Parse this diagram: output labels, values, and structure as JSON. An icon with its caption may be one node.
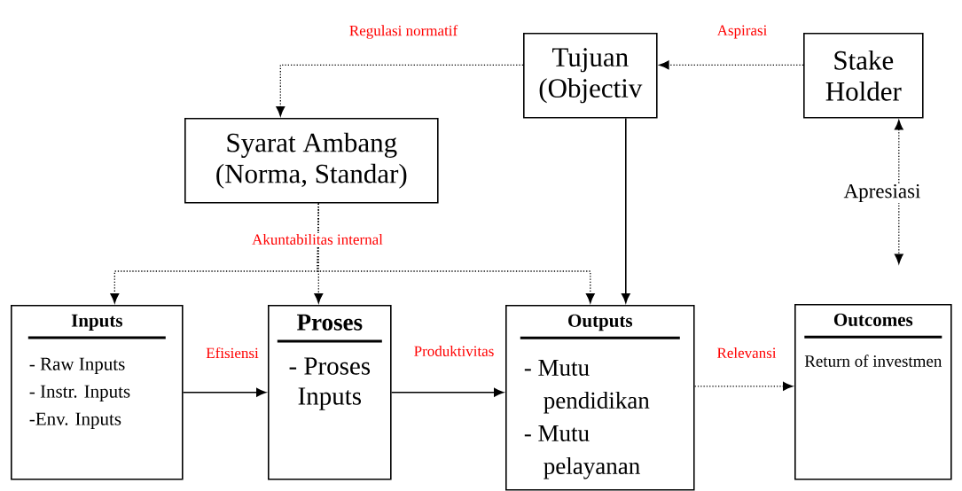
{
  "diagram": {
    "nodes": [
      {
        "text": [
          "Tujuan (Objectiv"
        ]
      },
      {
        "text": [
          "Stake Holder"
        ]
      },
      {
        "text": [
          "Syarat Ambang (Norma, Standar)"
        ]
      },
      {
        "text": [
          "Inputs",
          "- Raw Inputs",
          "- Instr. Inputs",
          "-Env. Inputs"
        ]
      },
      {
        "text": [
          "Proses",
          "- Proses Inputs"
        ]
      },
      {
        "text": [
          "Outputs",
          "- Mutu pendidikan",
          "- Mutu pelayanan"
        ]
      },
      {
        "text": [
          "Outcomes",
          "Return of investmen"
        ]
      }
    ],
    "edges": [
      {
        "from": 1,
        "to": 0,
        "arrow": "to",
        "label": "Aspirasi",
        "style": "dashed"
      },
      {
        "from": 0,
        "to": 2,
        "arrow": "to",
        "label": "Regulasi normatif",
        "style": "dashed"
      },
      {
        "from": 2,
        "to": 3,
        "arrow": "to",
        "style": "dashed"
      },
      {
        "from": 2,
        "to": 4,
        "arrow": "to",
        "label": "Akuntabilitas internal",
        "style": "dashed"
      },
      {
        "from": 2,
        "to": 5,
        "arrow": "to",
        "style": "dashed"
      },
      {
        "from": 0,
        "to": 5,
        "arrow": "to"
      },
      {
        "from": 3,
        "to": 4,
        "arrow": "to",
        "label": "Efisiensi"
      },
      {
        "from": 4,
        "to": 5,
        "arrow": "to",
        "label": "Produktivitas"
      },
      {
        "from": 5,
        "to": 6,
        "arrow": "to",
        "label": "Relevansi",
        "style": "dashed"
      },
      {
        "from": 1,
        "to": null,
        "arrow": "both",
        "label": "Apresiasi",
        "style": "dashed"
      }
    ]
  }
}
